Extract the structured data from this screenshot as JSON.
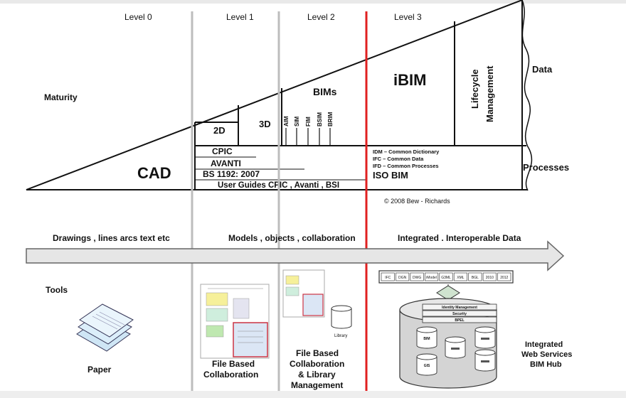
{
  "levels": [
    "Level 0",
    "Level 1",
    "Level 2",
    "Level 3"
  ],
  "left_labels": {
    "maturity": "Maturity",
    "tools": "Tools"
  },
  "triangle": {
    "cad": "CAD",
    "d2": "2D",
    "d3": "3D",
    "bims": "BIMs",
    "bim_types": [
      "AIM",
      "SIM",
      "FIM",
      "BSIM",
      "BRIM"
    ],
    "ibim": "iBIM",
    "lifecycle_line1": "Lifecycle",
    "lifecycle_line2": "Management",
    "data": "Data",
    "processes": "Processes"
  },
  "standards": [
    "CPIC",
    "AVANTI",
    "BS 1192: 2007",
    "User Guides CPIC , Avanti , BSI"
  ],
  "level3_processes": [
    "IDM – Common Dictionary",
    "IFC – Common Data",
    "IFD – Common Processes"
  ],
  "iso_bim": "ISO BIM",
  "copyright": "© 2008 Bew - Richards",
  "arrow_labels": [
    "Drawings ,  lines arcs text etc",
    "Models ,  objects , collaboration",
    "Integrated .  Interoperable Data"
  ],
  "tools": {
    "paper": "Paper",
    "file_based": [
      "File Based",
      "Collaboration"
    ],
    "library": "Library",
    "file_based_library": [
      "File Based",
      "Collaboration",
      "& Library",
      "Management"
    ],
    "formats": [
      "IFC",
      "DGN",
      "DWG",
      "iModel",
      "G3ML",
      "XML",
      "BGL",
      "2010",
      "2012"
    ],
    "hub_layers": [
      "Identity Management",
      "Security",
      "BPEL"
    ],
    "hub_dbs": [
      "BIM",
      "GIS"
    ],
    "hub_label": [
      "Integrated",
      "Web Services",
      "BIM Hub"
    ]
  },
  "colors": {
    "level3_divider": "#e02020",
    "divider": "#bdbdbd",
    "arrow": "#e6e6e6"
  }
}
